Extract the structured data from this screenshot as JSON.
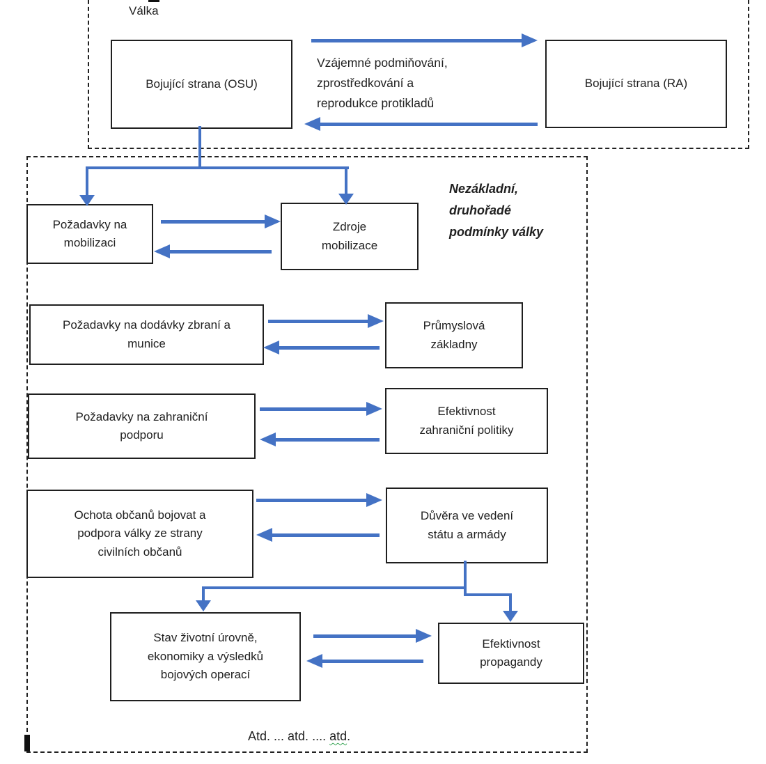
{
  "colors": {
    "arrow_blue": "#4472C4",
    "box_border": "#1f1f1f",
    "dashed_border": "#222222",
    "squiggle_green": "#3aa557"
  },
  "labels": {
    "valka": "Válka",
    "mediation": "Vzájemné podmiňování,\nzprostředkování a\nreprodukce protikladů",
    "side_note": "Nezákladní,\ndruhořadé\npodmínky války",
    "etc_prefix": "Atd. ... atd. .... ",
    "etc_word": "atd",
    "etc_suffix": "."
  },
  "boxes": {
    "osu": "Bojující strana (OSU)",
    "ra": "Bojující strana (RA)",
    "pozadavky_mobilizace": "Požadavky na\nmobilizaci",
    "zdroje_mobilizace": "Zdroje\nmobilizace",
    "pozadavky_dodavky": "Požadavky na dodávky zbraní a\nmunice",
    "prumyslova_zakladny": "Průmyslová\nzákladny",
    "pozadavky_zahranicni": "Požadavky na zahraniční\npodporu",
    "efektivnost_zahranicni": "Efektivnost\nzahraniční politiky",
    "ochota_obcanu": "Ochota občanů bojovat a\npodpora války ze strany\ncivilních občanů",
    "duvera_vedeni": "Důvěra ve vedení\nstátu a armády",
    "stav_urovne": "Stav životní úrovně,\nekonomiky a výsledků\nbojových operací",
    "efektivnost_propagandy": "Efektivnost\npropagandy"
  }
}
